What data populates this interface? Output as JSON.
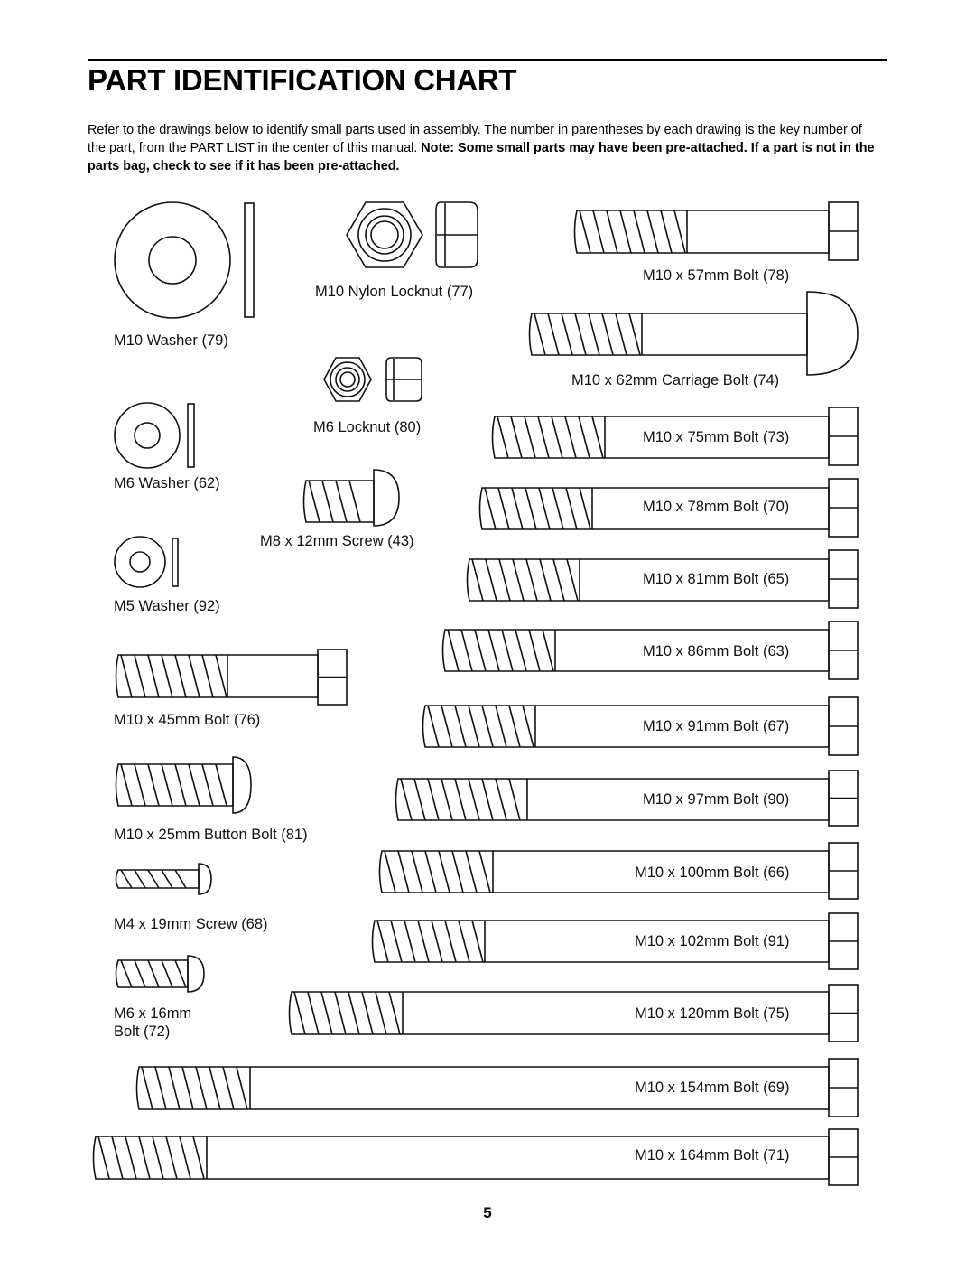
{
  "heading": "PART IDENTIFICATION CHART",
  "intro": {
    "text": "Refer to the drawings below to identify small parts used in assembly. The number in parentheses by each drawing is the key number of the part, from the PART LIST in the center of this manual. ",
    "note": "Note: Some small parts may have been pre-attached. If a part is not in the parts bag, check to see if it has been pre-attached."
  },
  "parts": {
    "washer_79": "M10 Washer (79)",
    "locknut_77": "M10 Nylon Locknut (77)",
    "bolt_78": "M10 x 57mm Bolt (78)",
    "carriage_74": "M10 x 62mm Carriage Bolt (74)",
    "locknut_80": "M6 Locknut (80)",
    "washer_62": "M6 Washer (62)",
    "bolt_73": "M10 x 75mm Bolt (73)",
    "screw_43": "M8 x 12mm Screw (43)",
    "bolt_70": "M10 x 78mm Bolt (70)",
    "washer_92": "M5 Washer (92)",
    "bolt_65": "M10 x 81mm Bolt (65)",
    "bolt_63": "M10 x 86mm Bolt (63)",
    "bolt_76": "M10 x 45mm Bolt (76)",
    "bolt_67": "M10 x 91mm Bolt (67)",
    "button_81": "M10 x 25mm Button Bolt (81)",
    "bolt_90": "M10 x 97mm Bolt (90)",
    "bolt_66": "M10 x 100mm Bolt (66)",
    "screw_68": "M4 x 19mm Screw (68)",
    "bolt_91": "M10 x 102mm Bolt (91)",
    "bolt_72_line1": "M6 x 16mm",
    "bolt_72_line2": "Bolt (72)",
    "bolt_75": "M10 x 120mm Bolt (75)",
    "bolt_69": "M10 x 154mm Bolt (69)",
    "bolt_71": "M10 x 164mm Bolt (71)"
  },
  "page_number": "5"
}
